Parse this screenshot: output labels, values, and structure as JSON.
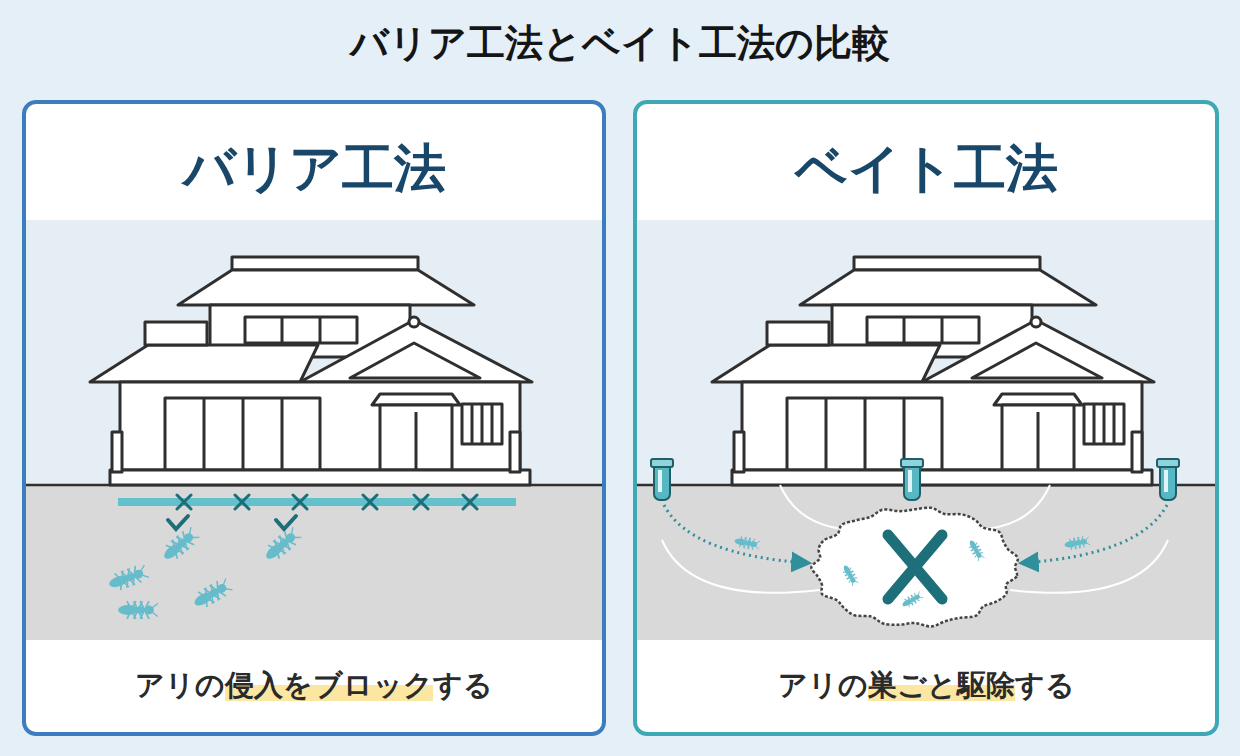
{
  "diagram": {
    "title": "バリア工法とベイト工法の比較",
    "nodes": [
      {
        "text": [
          "バリア工法",
          "アリの侵入をブロックする"
        ]
      },
      {
        "text": [
          "ベイト工法",
          "アリの巣ごと駆除する"
        ]
      }
    ]
  }
}
